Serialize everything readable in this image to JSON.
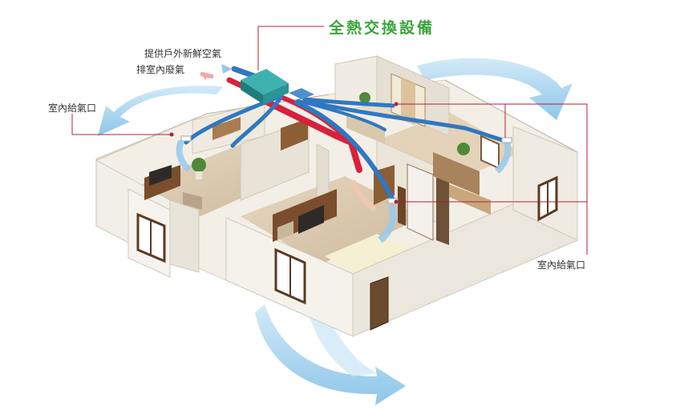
{
  "labels": {
    "title": "全熱交換設備",
    "fresh_air": "提供戶外新鮮空氣",
    "exhaust_air": "排室內廢氣",
    "supply_left": "室內給氣口",
    "supply_right": "室內給氣口"
  },
  "colors": {
    "title": "#3aa43a",
    "leader_line": "#b0203a",
    "fresh_duct": "#2f78c0",
    "exhaust_duct": "#d8213c",
    "airflow_arrow": "#8fc6ea",
    "unit": "#2e9b9b"
  }
}
